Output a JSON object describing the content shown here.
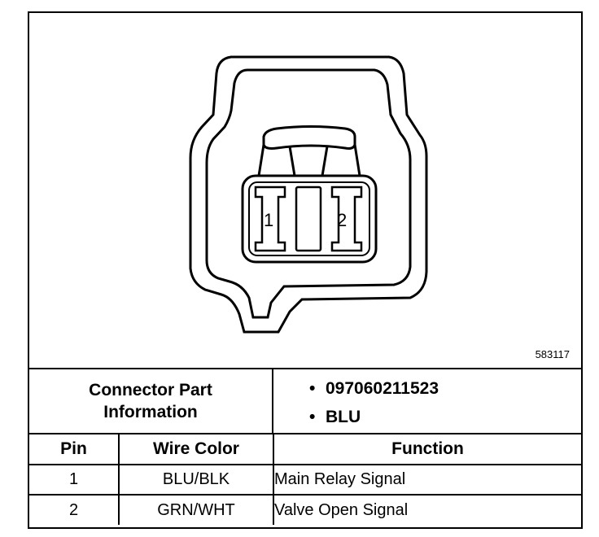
{
  "figure": {
    "id": "583117",
    "pin_labels": [
      "1",
      "2"
    ]
  },
  "connector_info": {
    "label_line1": "Connector Part",
    "label_line2": "Information",
    "items": [
      "097060211523",
      "BLU"
    ]
  },
  "pin_table": {
    "headers": [
      "Pin",
      "Wire Color",
      "Function"
    ],
    "rows": [
      {
        "pin": "1",
        "wire_color": "BLU/BLK",
        "function": "Main Relay Signal"
      },
      {
        "pin": "2",
        "wire_color": "GRN/WHT",
        "function": "Valve Open Signal"
      }
    ]
  }
}
